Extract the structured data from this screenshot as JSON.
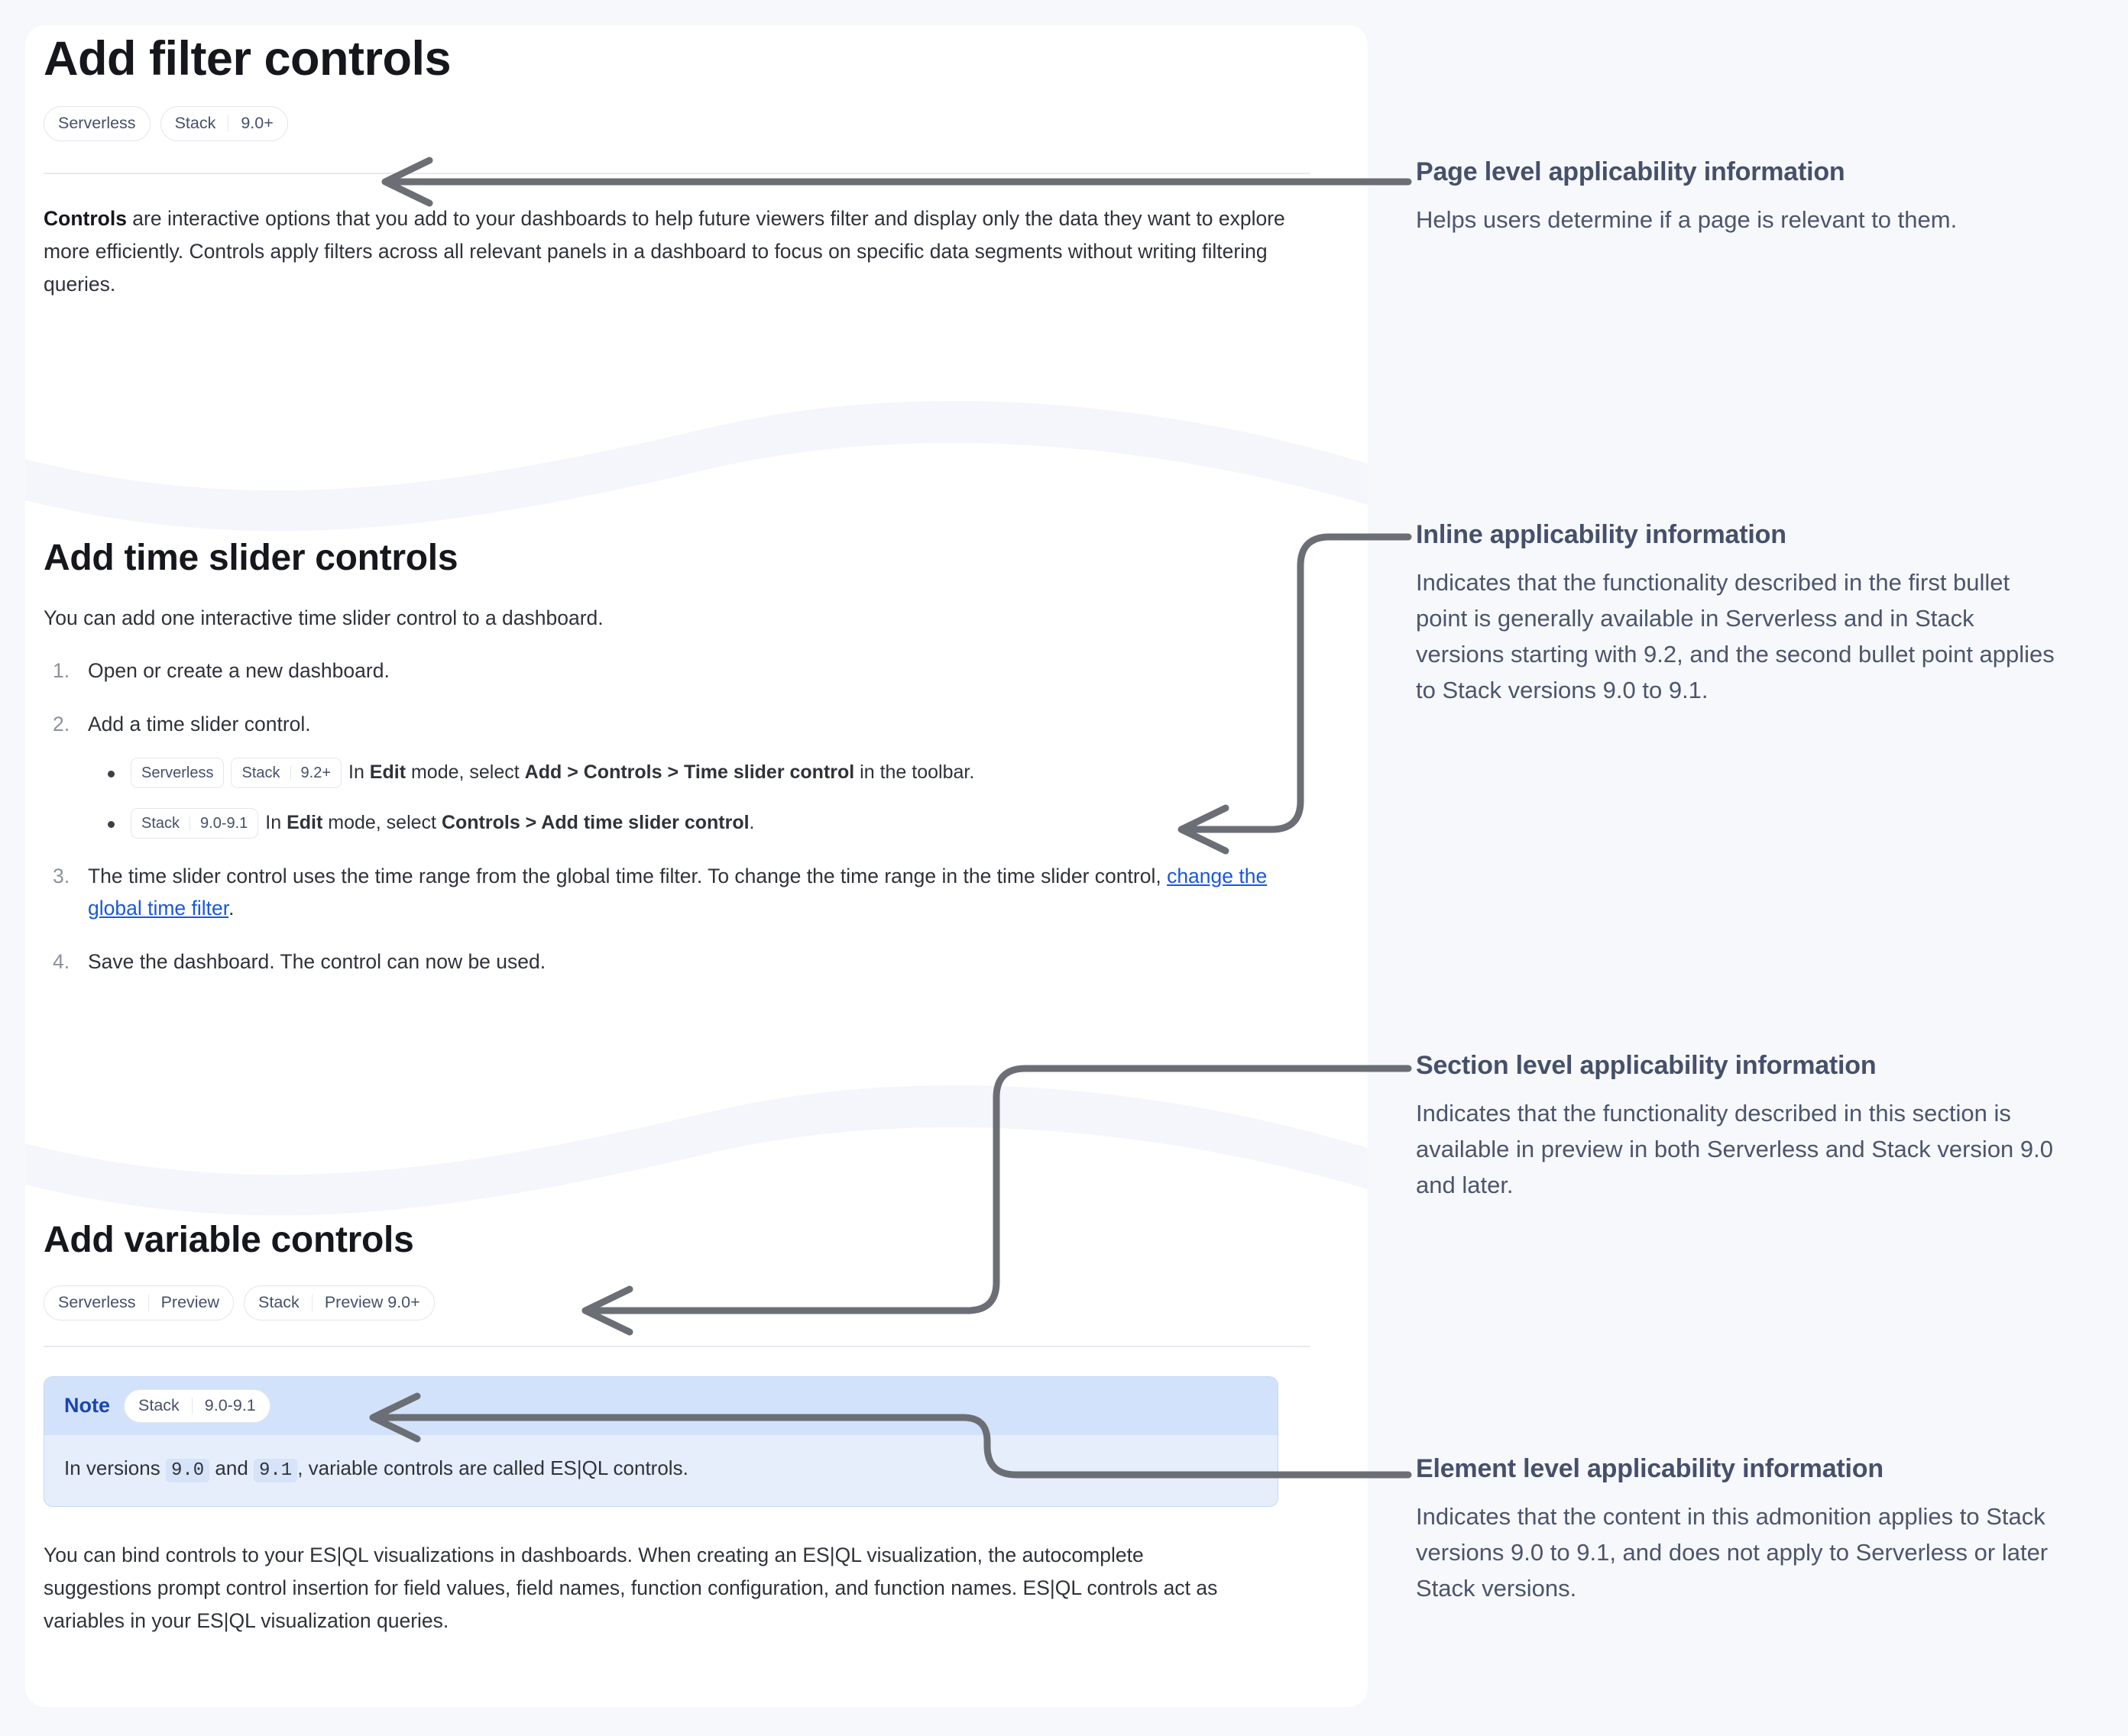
{
  "document": {
    "page_title": "Add filter controls",
    "page_badges": [
      {
        "segments": [
          "Serverless"
        ]
      },
      {
        "segments": [
          "Stack",
          "9.0+"
        ]
      }
    ],
    "intro": {
      "lead": "Controls",
      "rest": " are interactive options that you add to your dashboards to help future viewers filter and display only the data they want to explore more efficiently. Controls apply filters across all relevant panels in a dashboard to focus on specific data segments without writing filtering queries."
    },
    "time_slider_section": {
      "heading": "Add time slider controls",
      "intro": "You can add one interactive time slider control to a dashboard.",
      "steps": [
        {
          "text": "Open or create a new dashboard."
        },
        {
          "text": "Add a time slider control."
        },
        {
          "text_a": "The time slider control uses the time range from the global time filter. To change the time range in the time slider control, ",
          "link": "change the global time filter",
          "text_b": "."
        },
        {
          "text": "Save the dashboard. The control can now be used."
        }
      ],
      "bullets": [
        {
          "badges": [
            {
              "segments": [
                "Serverless"
              ]
            },
            {
              "segments": [
                "Stack",
                "9.2+"
              ]
            }
          ],
          "parts": [
            {
              "t": "In ",
              "b": false
            },
            {
              "t": "Edit",
              "b": true
            },
            {
              "t": " mode, select ",
              "b": false
            },
            {
              "t": "Add > Controls > Time slider control",
              "b": true
            },
            {
              "t": " in the toolbar.",
              "b": false
            }
          ]
        },
        {
          "badges": [
            {
              "segments": [
                "Stack",
                "9.0-9.1"
              ]
            }
          ],
          "parts": [
            {
              "t": "In ",
              "b": false
            },
            {
              "t": "Edit",
              "b": true
            },
            {
              "t": " mode, select ",
              "b": false
            },
            {
              "t": "Controls > Add time slider control",
              "b": true
            },
            {
              "t": ".",
              "b": false
            }
          ]
        }
      ]
    },
    "variable_section": {
      "heading": "Add variable controls",
      "badges": [
        {
          "segments": [
            "Serverless",
            "Preview"
          ]
        },
        {
          "segments": [
            "Stack",
            "Preview  9.0+"
          ]
        }
      ],
      "note": {
        "title": "Note",
        "badge": {
          "segments": [
            "Stack",
            "9.0-9.1"
          ]
        },
        "body_a": "In versions ",
        "code_1": "9.0",
        "body_b": " and ",
        "code_2": "9.1",
        "body_c": ", variable controls are called ES|QL controls."
      },
      "paragraph": "You can bind controls to your ES|QL visualizations in dashboards. When creating an ES|QL visualization, the autocomplete suggestions prompt control insertion for field values, field names, function configuration, and function names. ES|QL controls act as variables in your ES|QL visualization queries."
    }
  },
  "annotations": [
    {
      "title": "Page level applicability information",
      "body": "Helps users determine if a page is relevant to them."
    },
    {
      "title": "Inline applicability information",
      "body": "Indicates that the functionality described in the first bullet point is generally available in Serverless and in Stack versions starting with 9.2, and the second bullet point applies to Stack versions 9.0 to 9.1."
    },
    {
      "title": "Section level applicability information",
      "body": "Indicates that the functionality described in this section is available in preview in both Serverless and Stack version 9.0 and later."
    },
    {
      "title": "Element level applicability information",
      "body": "Indicates that the content in this admonition applies to Stack versions 9.0 to 9.1, and does not apply to Serverless or later Stack versions."
    }
  ],
  "colors": {
    "page_background": "#f7f8fb",
    "panel_background": "#ffffff",
    "annotation_text": "#46506b",
    "link": "#1a59d6",
    "arrow": "#6b6f75",
    "note_header": "#d3e2fb",
    "note_body": "#e6eefc",
    "note_title": "#1a45b0"
  }
}
